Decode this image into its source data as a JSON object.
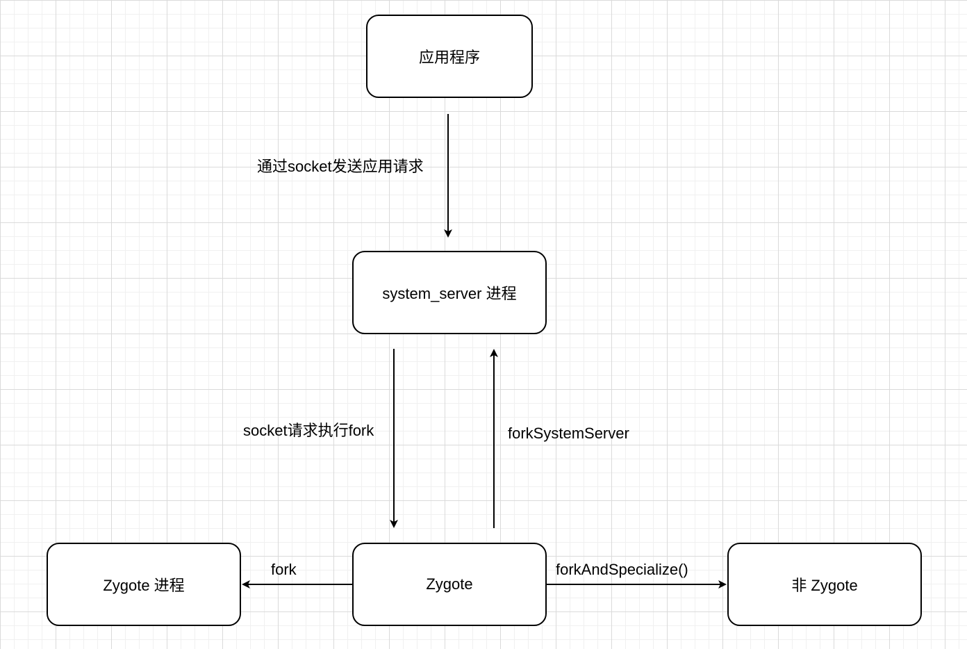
{
  "nodes": {
    "app": "应用程序",
    "system_server": "system_server 进程",
    "zygote": "Zygote",
    "zygote_process": "Zygote 进程",
    "non_zygote": "非 Zygote"
  },
  "edges": {
    "app_to_system_server": "通过socket发送应用请求",
    "system_server_to_zygote": "socket请求执行fork",
    "zygote_to_system_server": "forkSystemServer",
    "zygote_to_zygote_process": "fork",
    "zygote_to_non_zygote": "forkAndSpecialize()"
  },
  "colors": {
    "stroke": "#000000",
    "node_fill": "#ffffff",
    "grid_major": "#dadada",
    "grid_minor": "#f0f0f0"
  }
}
